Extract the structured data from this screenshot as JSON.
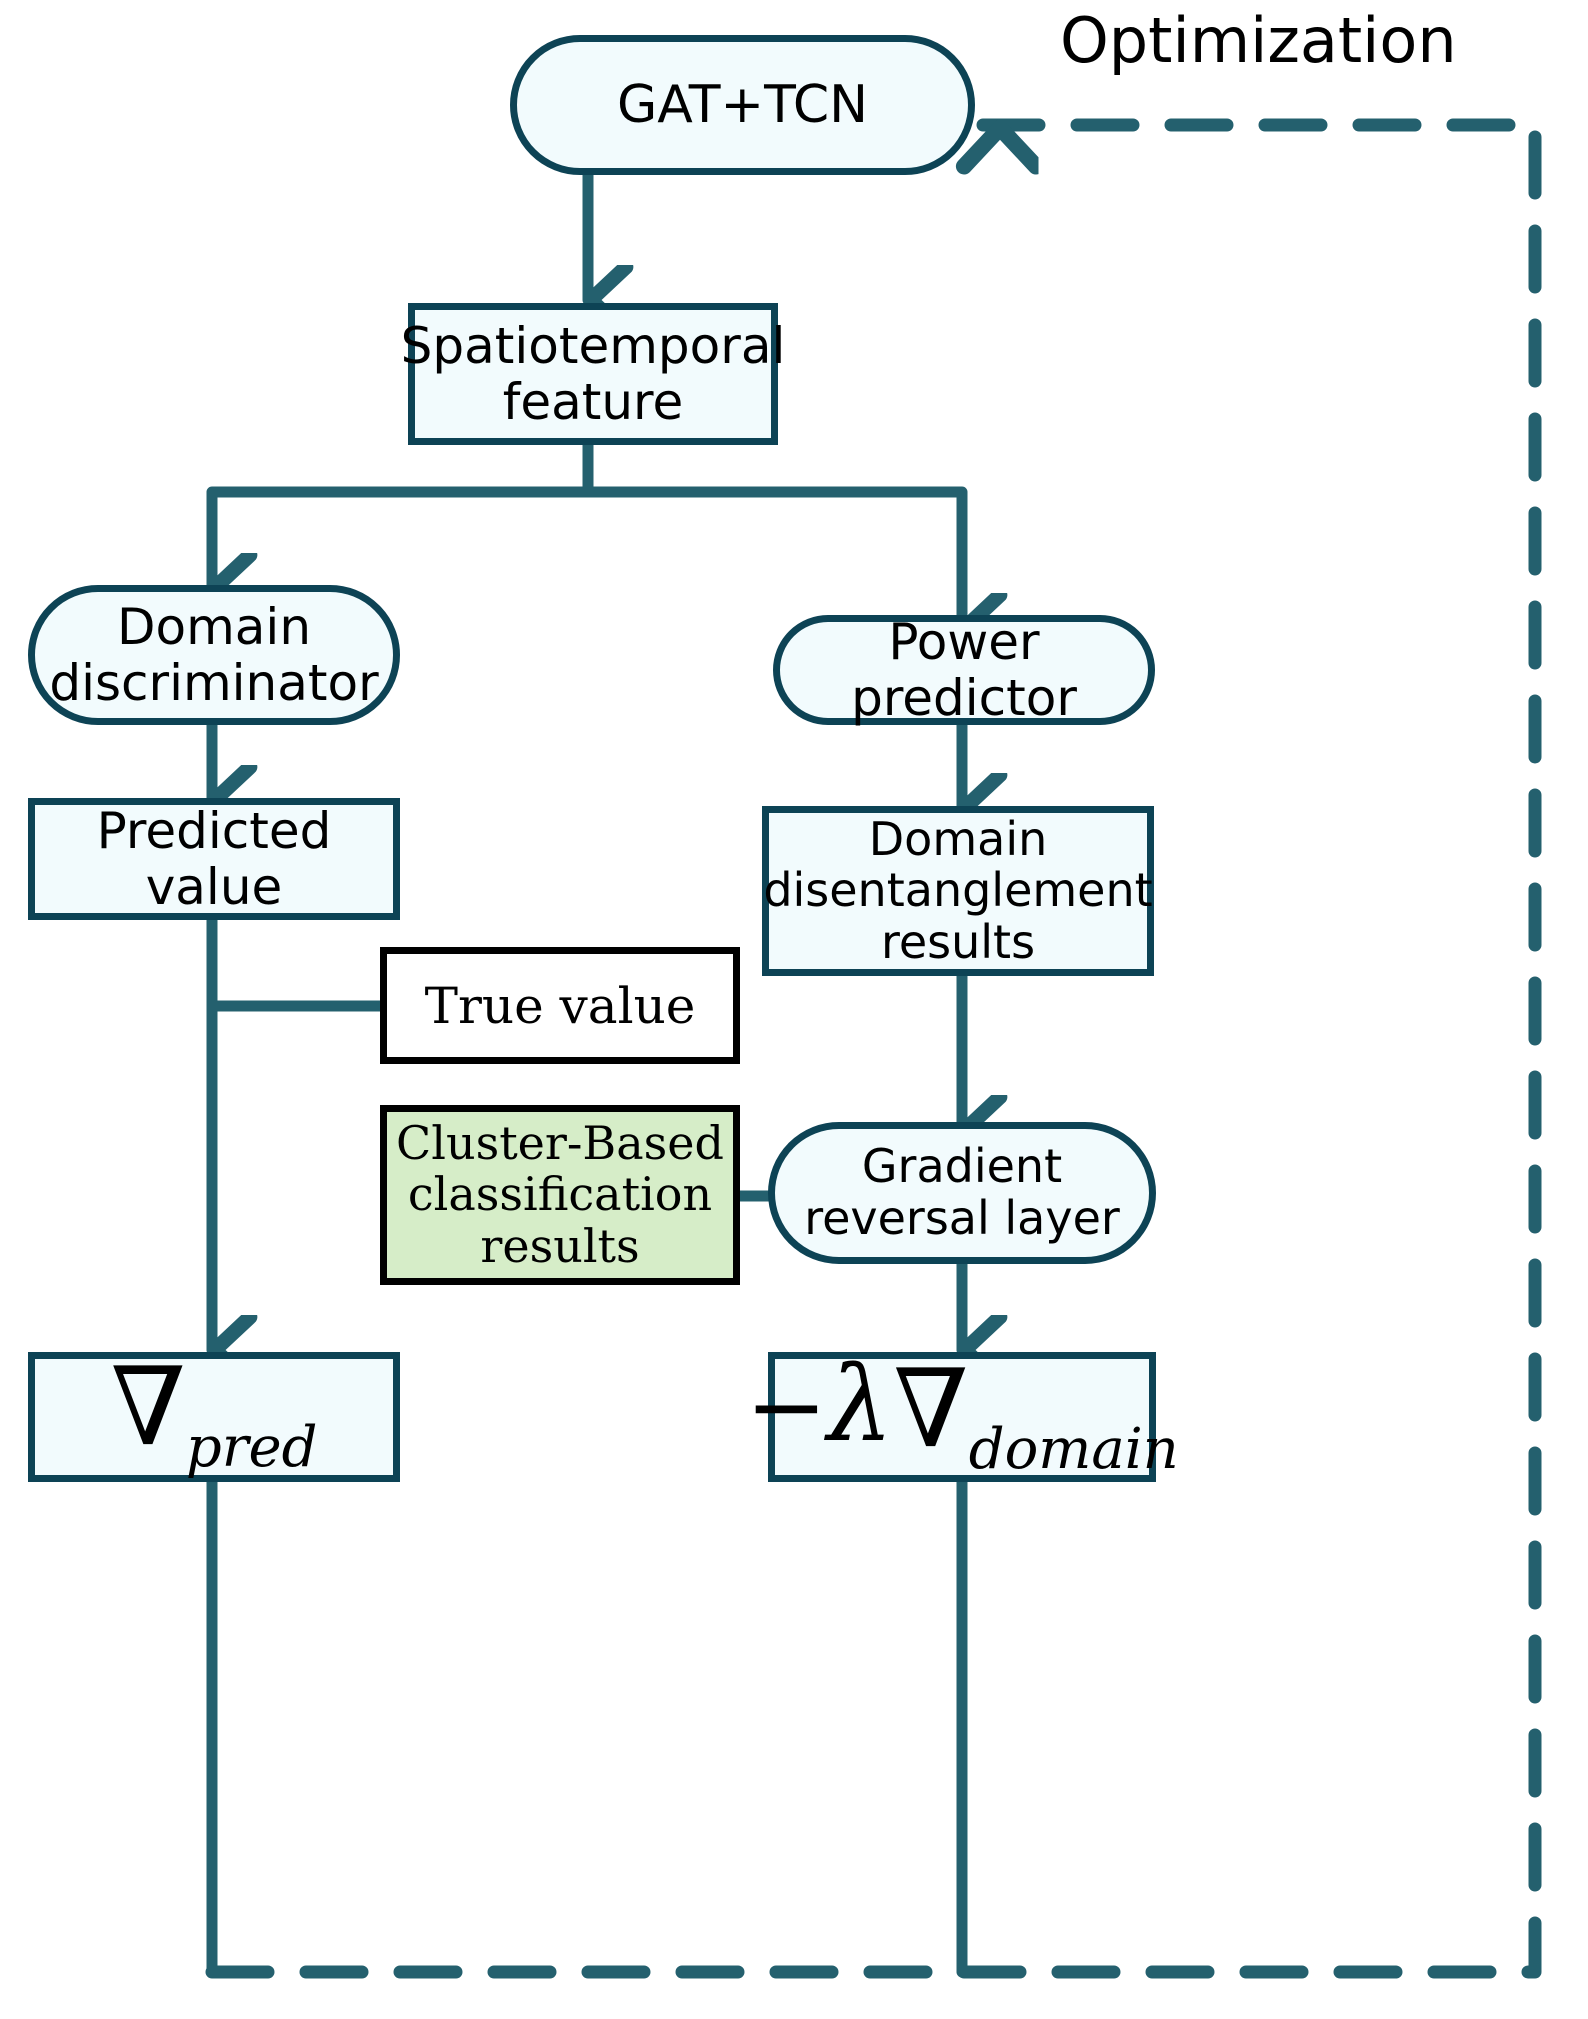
{
  "diagram": {
    "title_label": "Optimization",
    "accent_color": "#0d4355",
    "line_color": "#24606e",
    "node_fill": "#f2fbfd",
    "green_fill": "#d6edc8",
    "white_fill": "#ffffff",
    "black": "#000000",
    "nodes": {
      "gat_tcn": {
        "label": "GAT+TCN",
        "shape": "stadium"
      },
      "spatiotemporal": {
        "label": "Spatiotemporal\nfeature",
        "line1": "Spatiotemporal",
        "line2": "feature",
        "shape": "rect"
      },
      "domain_discriminator": {
        "line1": "Domain",
        "line2": "discriminator",
        "shape": "stadium"
      },
      "power_predictor": {
        "label": "Power predictor",
        "shape": "stadium"
      },
      "predicted_value": {
        "label": "Predicted value",
        "shape": "rect"
      },
      "domain_disentanglement": {
        "line1": "Domain",
        "line2": "disentanglement",
        "line3": "results",
        "shape": "rect"
      },
      "true_value": {
        "label": "True value",
        "shape": "rect-white"
      },
      "cluster_based": {
        "line1": "Cluster-Based",
        "line2": "classification",
        "line3": "results",
        "shape": "rect-green"
      },
      "gradient_reversal": {
        "line1": "Gradient",
        "line2": "reversal layer",
        "shape": "stadium"
      },
      "grad_pred": {
        "symbol": "∇",
        "subscript": "pred",
        "shape": "rect-math"
      },
      "grad_domain": {
        "minus": "−",
        "lambda": "λ",
        "symbol": "∇",
        "subscript": "domain",
        "shape": "rect-math"
      }
    },
    "edges": [
      {
        "name": "optimization-feedback-to-gat-tcn",
        "style": "dashed"
      },
      {
        "name": "gat-tcn-to-spatiotemporal",
        "style": "solid-arrow"
      },
      {
        "name": "spatiotemporal-to-domain-discriminator",
        "style": "solid-arrow"
      },
      {
        "name": "spatiotemporal-to-power-predictor",
        "style": "solid-arrow"
      },
      {
        "name": "domain-discriminator-to-predicted-value",
        "style": "solid-arrow"
      },
      {
        "name": "power-predictor-to-domain-disentanglement",
        "style": "solid-arrow"
      },
      {
        "name": "predicted-value-to-grad-pred",
        "style": "solid-arrow"
      },
      {
        "name": "predicted-value-to-true-value",
        "style": "solid"
      },
      {
        "name": "domain-disentanglement-to-gradient-reversal",
        "style": "solid-arrow"
      },
      {
        "name": "cluster-based-to-gradient-reversal",
        "style": "solid"
      },
      {
        "name": "gradient-reversal-to-grad-domain",
        "style": "solid-arrow"
      },
      {
        "name": "grad-pred-to-optimization-loop",
        "style": "solid"
      },
      {
        "name": "grad-domain-to-optimization-loop",
        "style": "solid"
      }
    ]
  }
}
